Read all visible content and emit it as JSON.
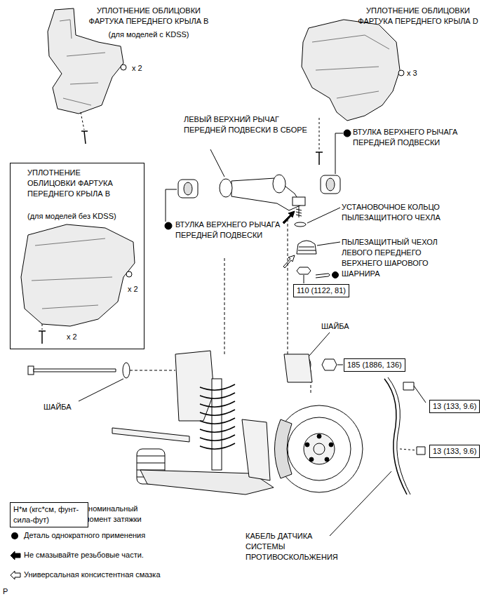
{
  "diagram": {
    "nodes": [
      {
        "text": [
          "УПЛОТНЕНИЕ ОБЛИЦОВКИ ФАРТУКА ПЕРЕДНЕГО КРЫЛА В",
          "(для моделей без KDSS)",
          "x 2",
          "x 2"
        ]
      },
      {
        "text": [
          "110 (1122, 81)"
        ]
      },
      {
        "text": [
          "185 (1886, 136)"
        ]
      },
      {
        "text": [
          "13 (133, 9.6)"
        ]
      },
      {
        "text": [
          "13 (133, 9.6)"
        ]
      },
      {
        "text": [
          "Н*м (кгс*см, фунт-сила-фут)"
        ]
      }
    ],
    "labels": [
      "УПЛОТНЕНИЕ ОБЛИЦОВКИ ФАРТУКА ПЕРЕДНЕГО КРЫЛА В",
      "(для моделей с KDSS)",
      "x 2",
      "УПЛОТНЕНИЕ ОБЛИЦОВКИ ФАРТУКА ПЕРЕДНЕГО КРЫЛА D",
      "x 3",
      "ЛЕВЫЙ ВЕРХНИЙ РЫЧАГ ПЕРЕДНЕЙ ПОДВЕСКИ В СБОРЕ",
      "ВТУЛКА ВЕРХНЕГО РЫЧАГА ПЕРЕДНЕЙ ПОДВЕСКИ",
      "ВТУЛКА ВЕРХНЕГО РЫЧАГА ПЕРЕДНЕЙ ПОДВЕСКИ",
      "УСТАНОВОЧНОЕ КОЛЬЦО ПЫЛЕЗАЩИТНОГО ЧЕХЛА",
      "ПЫЛЕЗАЩИТНЫЙ ЧЕХОЛ ЛЕВОГО ПЕРЕДНЕГО ВЕРХНЕГО ШАРОВОГО ШАРНИРА",
      "ШАЙБА",
      "ШАЙБА",
      ": номинальный момент затяжки",
      "КАБЕЛЬ ДАТЧИКА СИСТЕМЫ ПРОТИВОСКОЛЬЖЕНИЯ",
      "P"
    ],
    "legend": [
      {
        "text": "Деталь однократного применения"
      },
      {
        "text": "Не смазывайте резьбовые части."
      },
      {
        "text": "Универсальная консистентная смазка"
      }
    ]
  }
}
